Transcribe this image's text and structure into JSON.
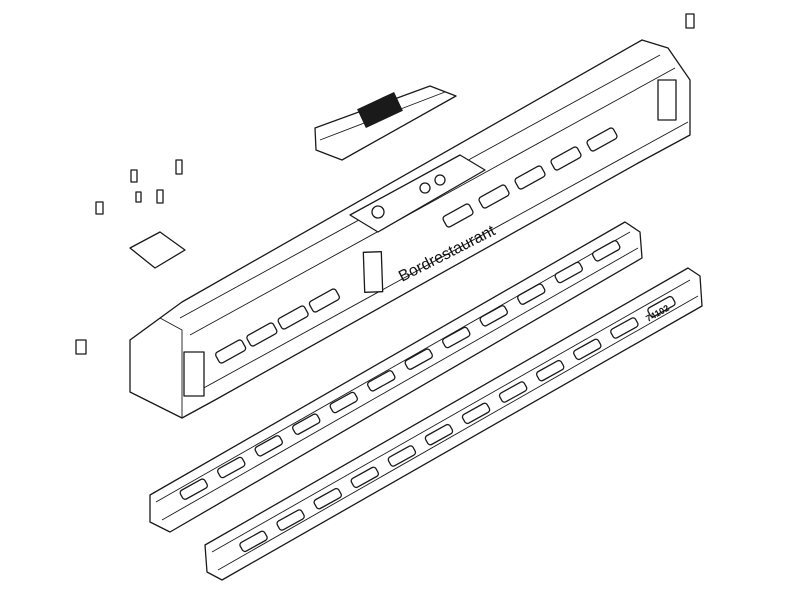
{
  "diagram": {
    "car_lettering": "Bordrestaurant",
    "car_number": "74102",
    "parts": [
      "car-body",
      "roof-hatch",
      "side-frame-left",
      "side-frame-right",
      "screws",
      "circuit-plate",
      "coupler-clip-front",
      "coupler-clip-rear"
    ],
    "line_color": "#1a1a1a",
    "background": "#ffffff"
  }
}
